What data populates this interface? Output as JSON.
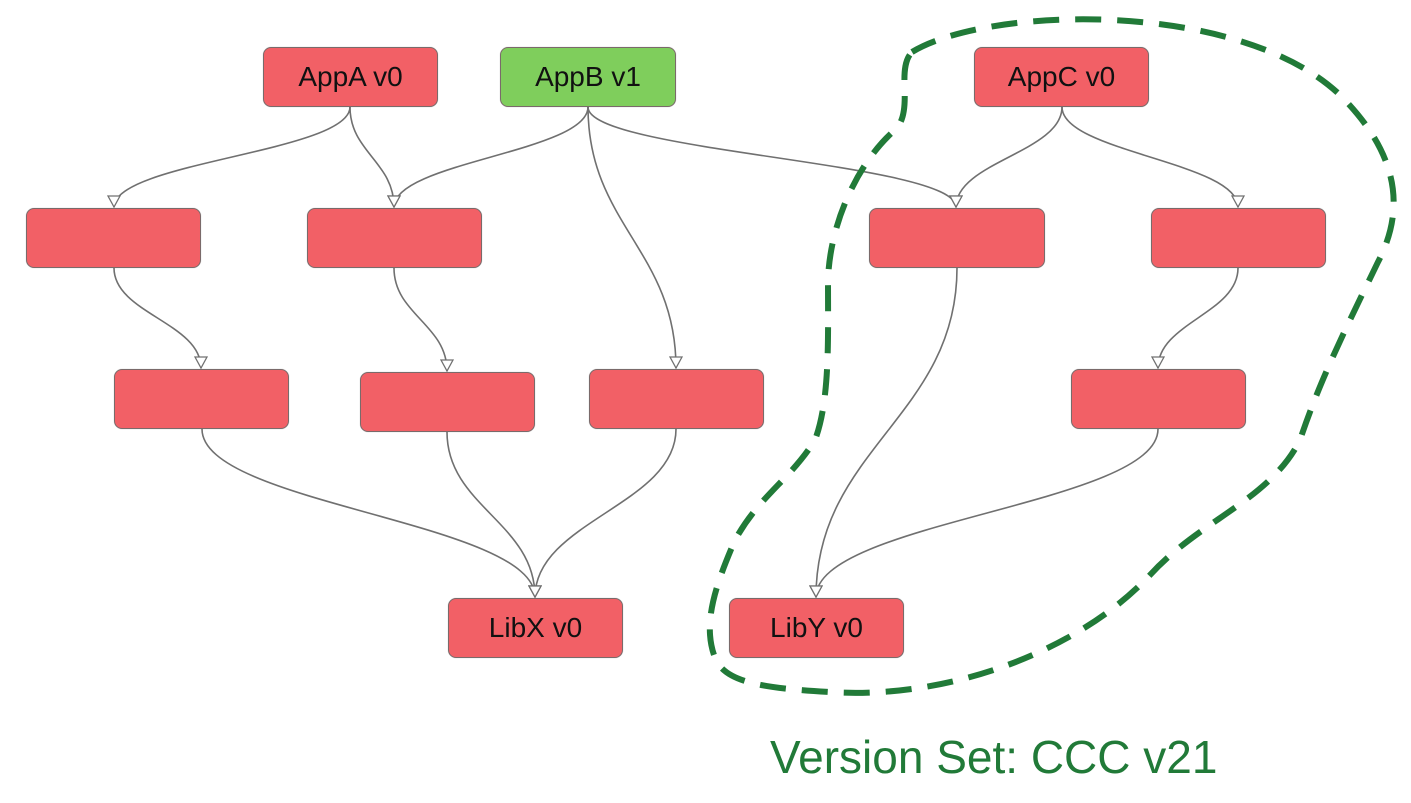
{
  "colors": {
    "node_red": "#f26066",
    "node_green": "#7fce5c",
    "edge": "#707070",
    "version_set": "#217a38"
  },
  "nodes": [
    {
      "id": "appA",
      "label": "AppA v0",
      "state": "red"
    },
    {
      "id": "appB",
      "label": "AppB v1",
      "state": "green"
    },
    {
      "id": "appC",
      "label": "AppC v0",
      "state": "red"
    },
    {
      "id": "r2a",
      "label": "",
      "state": "red"
    },
    {
      "id": "r2b",
      "label": "",
      "state": "red"
    },
    {
      "id": "r2c",
      "label": "",
      "state": "red"
    },
    {
      "id": "r2d",
      "label": "",
      "state": "red"
    },
    {
      "id": "r3a",
      "label": "",
      "state": "red"
    },
    {
      "id": "r3b",
      "label": "",
      "state": "red"
    },
    {
      "id": "r3c",
      "label": "",
      "state": "red"
    },
    {
      "id": "r3d",
      "label": "",
      "state": "red"
    },
    {
      "id": "libX",
      "label": "LibX v0",
      "state": "red"
    },
    {
      "id": "libY",
      "label": "LibY v0",
      "state": "red"
    }
  ],
  "edges": [
    {
      "from": "appA",
      "to": "r2a"
    },
    {
      "from": "appA",
      "to": "r2b"
    },
    {
      "from": "appB",
      "to": "r2b"
    },
    {
      "from": "appB",
      "to": "r3c"
    },
    {
      "from": "appB",
      "to": "r2c"
    },
    {
      "from": "appC",
      "to": "r2c"
    },
    {
      "from": "appC",
      "to": "r2d"
    },
    {
      "from": "r2a",
      "to": "r3a"
    },
    {
      "from": "r2b",
      "to": "r3b"
    },
    {
      "from": "r2c",
      "to": "libY"
    },
    {
      "from": "r2d",
      "to": "r3d"
    },
    {
      "from": "r3a",
      "to": "libX"
    },
    {
      "from": "r3b",
      "to": "libX"
    },
    {
      "from": "r3c",
      "to": "libX"
    },
    {
      "from": "r3d",
      "to": "libY"
    }
  ],
  "version_set": {
    "label": "Version Set: CCC v21",
    "members": [
      "appC",
      "r2c",
      "r2d",
      "r3d",
      "libY"
    ]
  }
}
